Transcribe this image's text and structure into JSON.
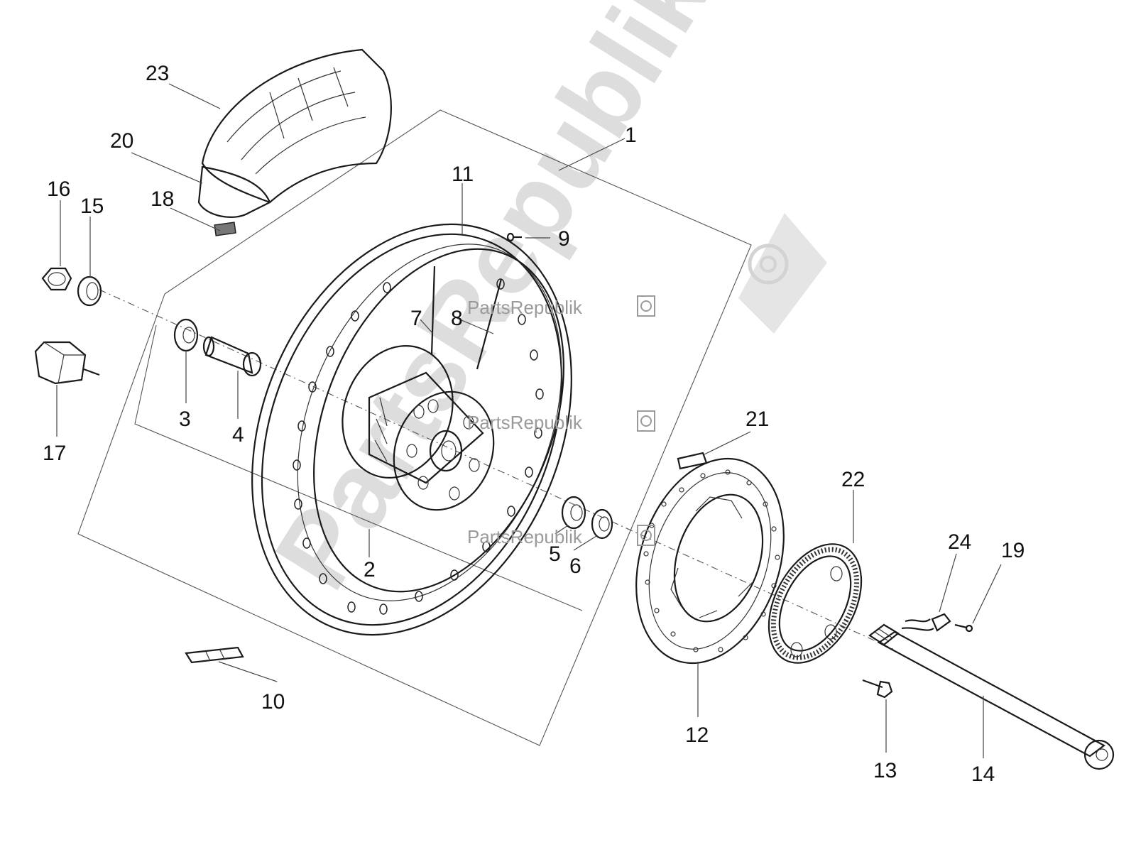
{
  "watermark": {
    "brand": "PartsRepublik",
    "big": "PartsRepublik"
  },
  "labels": {
    "l1": "1",
    "l2": "2",
    "l3": "3",
    "l4": "4",
    "l5": "5",
    "l6": "6",
    "l7": "7",
    "l8": "8",
    "l9": "9",
    "l10": "10",
    "l11": "11",
    "l12": "12",
    "l13": "13",
    "l14": "14",
    "l15": "15",
    "l16": "16",
    "l17": "17",
    "l18": "18",
    "l19": "19",
    "l20": "20",
    "l21": "21",
    "l22": "22",
    "l23": "23",
    "l24": "24"
  }
}
